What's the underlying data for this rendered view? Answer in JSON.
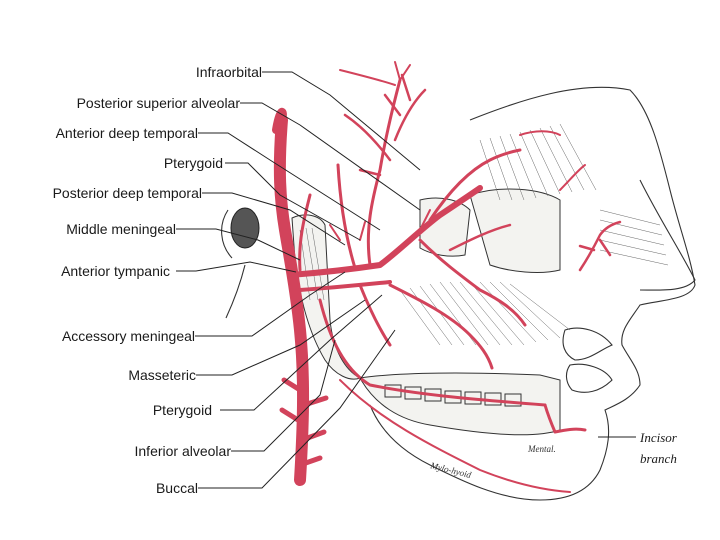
{
  "labels": {
    "infraorbital": "Infraorbital",
    "posterior_superior_alveolar": "Posterior superior alveolar",
    "anterior_deep_temporal": "Anterior deep temporal",
    "pterygoid_upper": "Pterygoid",
    "posterior_deep_temporal": "Posterior deep temporal",
    "middle_meningeal": "Middle meningeal",
    "anterior_tympanic": "Anterior tympanic",
    "accessory_meningeal": "Accessory meningeal",
    "masseteric": "Masseteric",
    "pterygoid_lower": "Pterygoid",
    "inferior_alveolar": "Inferior alveolar",
    "buccal": "Buccal"
  },
  "right_labels": {
    "incisor": "Incisor",
    "branch": "branch"
  },
  "inline_labels": {
    "mental": "Mental.",
    "mylohyoid": "Mylo-hyoid"
  },
  "colors": {
    "artery": "#d2435b",
    "ink": "#1a1a1a",
    "background": "#ffffff"
  }
}
